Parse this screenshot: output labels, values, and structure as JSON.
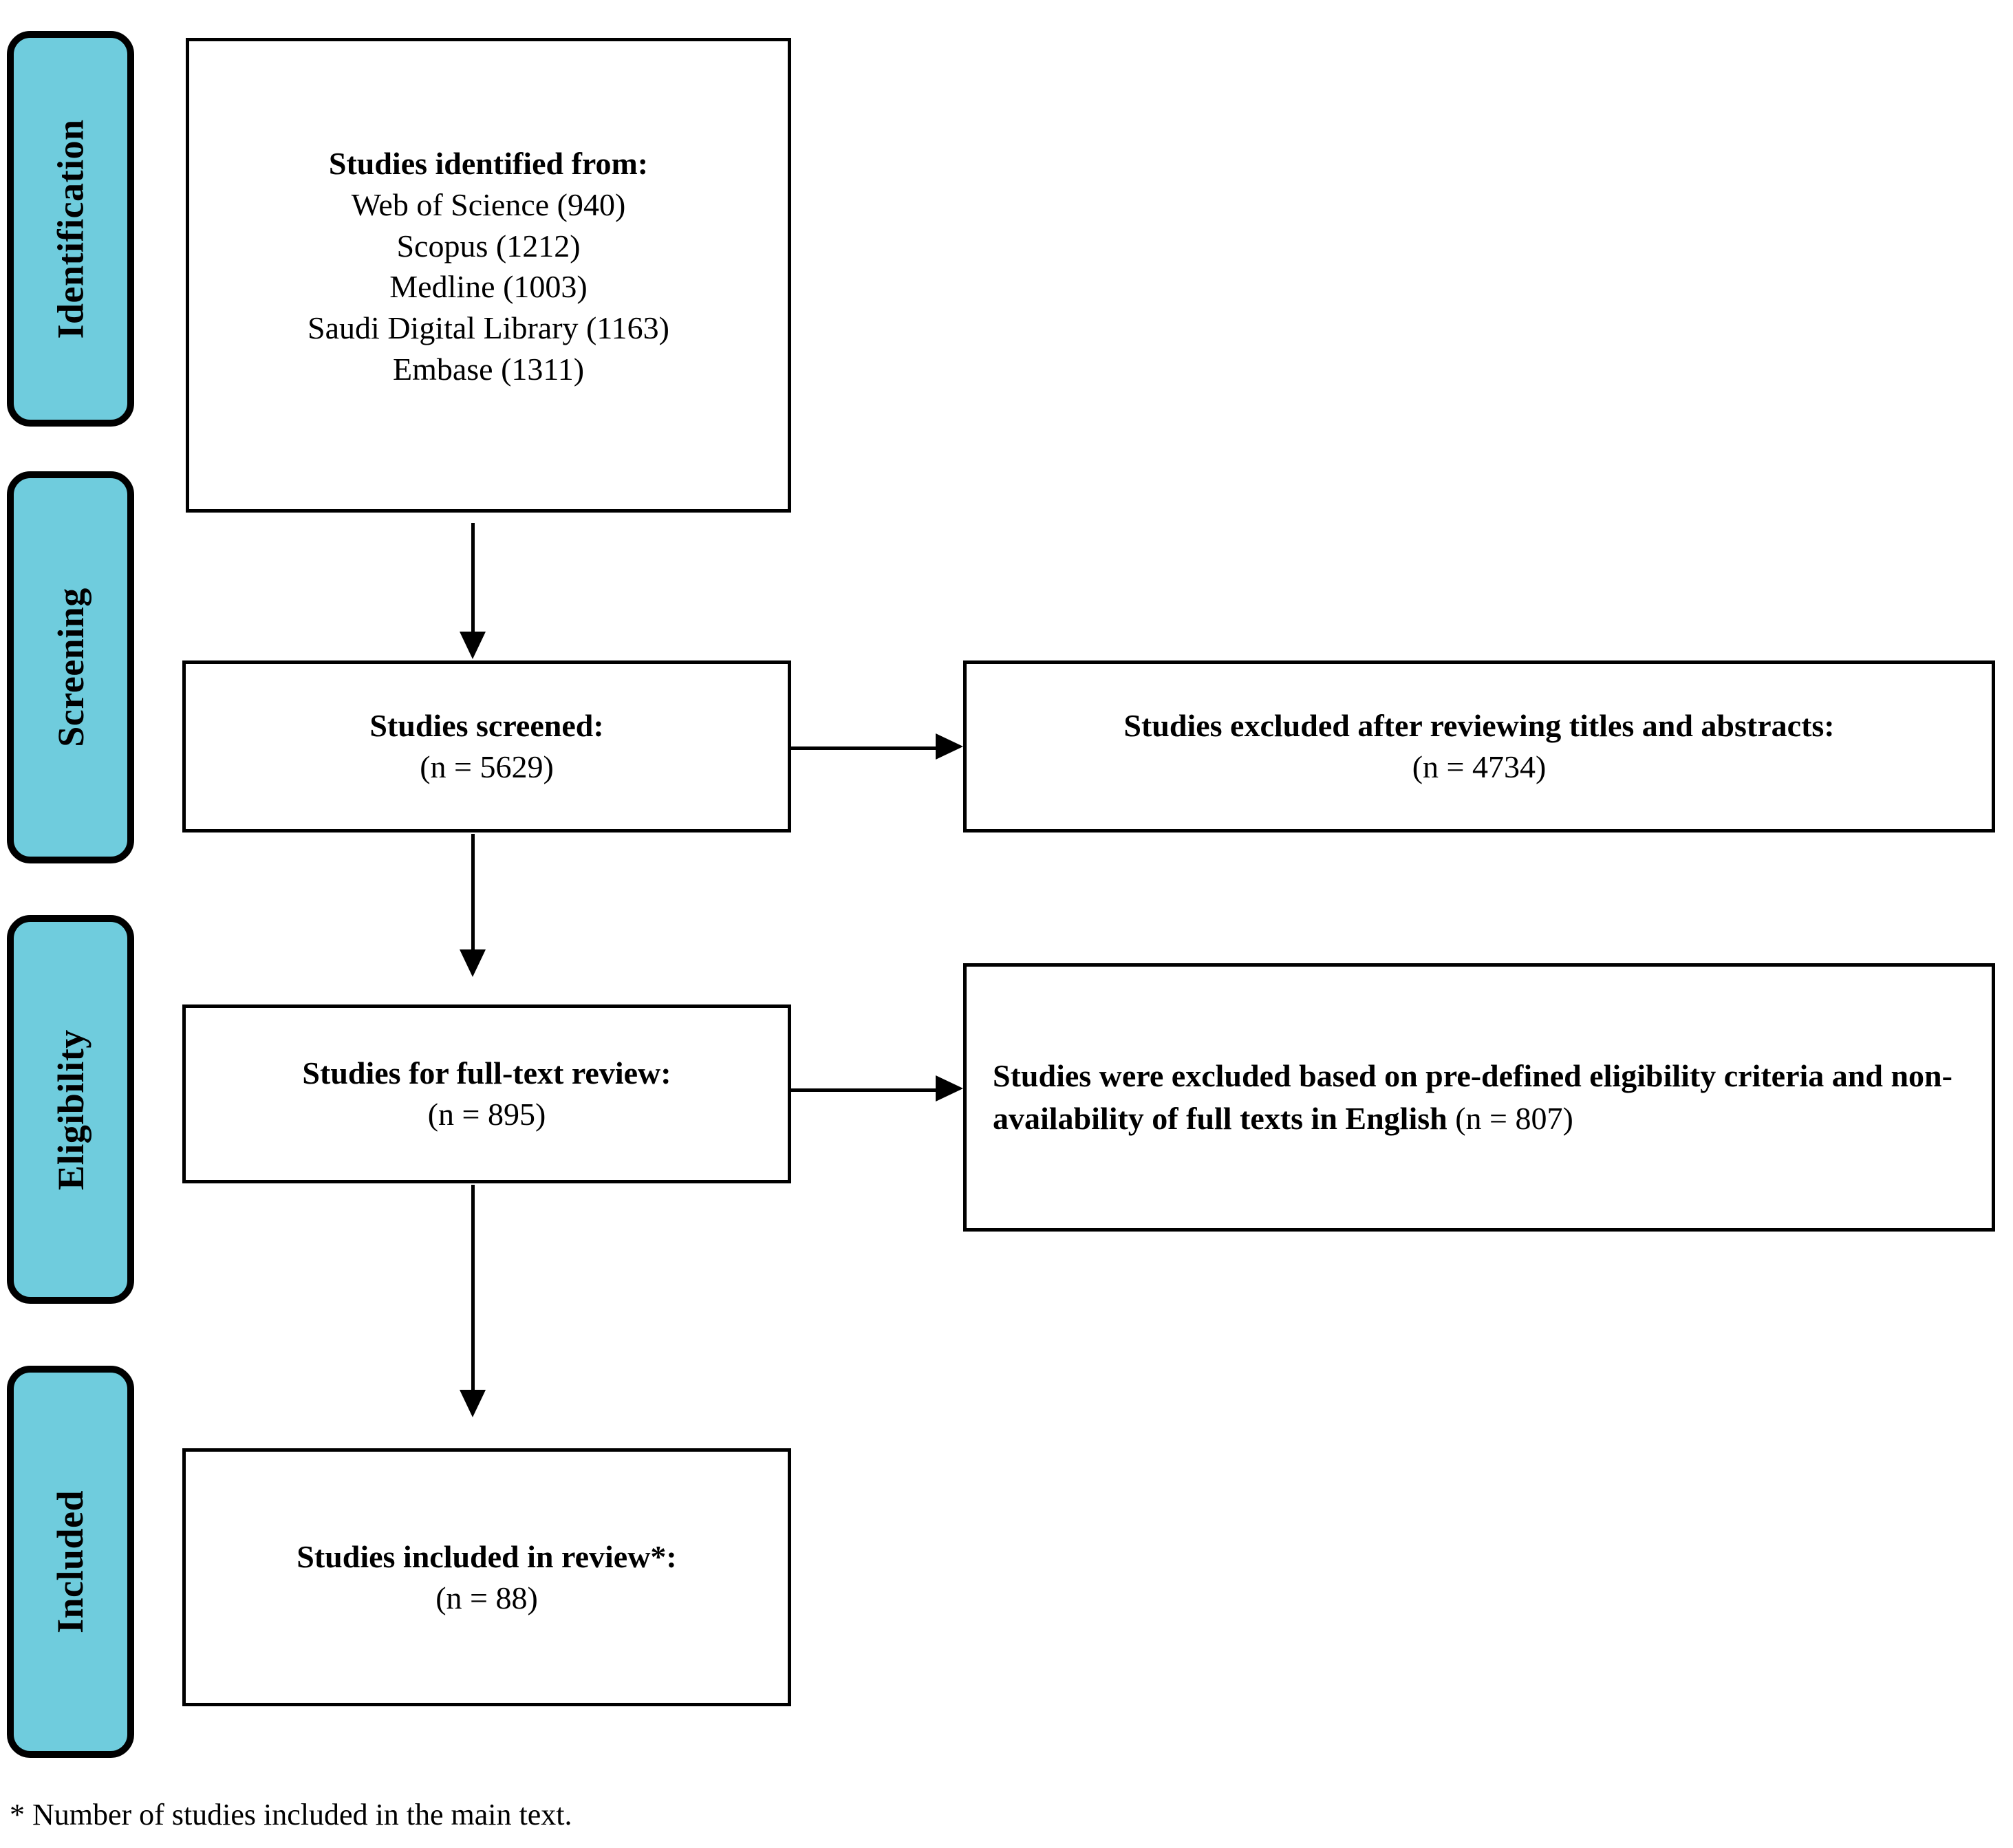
{
  "diagram": {
    "type": "prisma-flow-diagram",
    "accent_color": "#6FCCDD",
    "border_color": "#000000",
    "background_color": "#FFFFFF"
  },
  "stages": [
    {
      "id": "identification",
      "label": "Identification"
    },
    {
      "id": "screening",
      "label": "Screening"
    },
    {
      "id": "eligibility",
      "label": "Eligibility"
    },
    {
      "id": "included",
      "label": "Included"
    }
  ],
  "boxes": {
    "identified": {
      "heading": "Studies identified from:",
      "sources": [
        {
          "name": "Web of Science",
          "count": "(940)",
          "text": "Web of Science (940)"
        },
        {
          "name": "Scopus",
          "count": "(1212)",
          "text": "Scopus (1212)"
        },
        {
          "name": "Medline",
          "count": "(1003)",
          "text": "Medline (1003)"
        },
        {
          "name": "Saudi Digital Library",
          "count": "(1163)",
          "text": "Saudi Digital Library (1163)"
        },
        {
          "name": "Embase",
          "count": "(1311)",
          "text": "Embase (1311)"
        }
      ]
    },
    "screened": {
      "heading": "Studies screened:",
      "count": "(n = 5629)"
    },
    "excluded_titles_abstracts": {
      "heading": "Studies excluded after reviewing titles and abstracts:",
      "count": "(n = 4734)"
    },
    "full_text": {
      "heading": "Studies for full-text review:",
      "count": "(n = 895)"
    },
    "excluded_eligibility": {
      "text_bold": "Studies were excluded based on pre-defined eligibility criteria and non-availability of full texts in ",
      "emphasis": "English",
      "count": " (n = 807)"
    },
    "included": {
      "heading": "Studies included in review*:",
      "count": "(n = 88)"
    }
  },
  "footnote": {
    "text": "* Number of studies included in the main text."
  },
  "chart_data": {
    "type": "diagram",
    "title": "PRISMA study selection flow",
    "nodes": [
      {
        "stage": "Identification",
        "label": "Studies identified from",
        "value": 5629,
        "breakdown": [
          {
            "source": "Web of Science",
            "n": 940
          },
          {
            "source": "Scopus",
            "n": 1212
          },
          {
            "source": "Medline",
            "n": 1003
          },
          {
            "source": "Saudi Digital Library",
            "n": 1163
          },
          {
            "source": "Embase",
            "n": 1311
          }
        ]
      },
      {
        "stage": "Screening",
        "label": "Studies screened",
        "value": 5629
      },
      {
        "stage": "Screening",
        "label": "Studies excluded after reviewing titles and abstracts",
        "value": 4734
      },
      {
        "stage": "Eligibility",
        "label": "Studies for full-text review",
        "value": 895
      },
      {
        "stage": "Eligibility",
        "label": "Studies excluded based on pre-defined eligibility criteria and non-availability of full texts in English",
        "value": 807
      },
      {
        "stage": "Included",
        "label": "Studies included in review",
        "value": 88
      }
    ]
  }
}
